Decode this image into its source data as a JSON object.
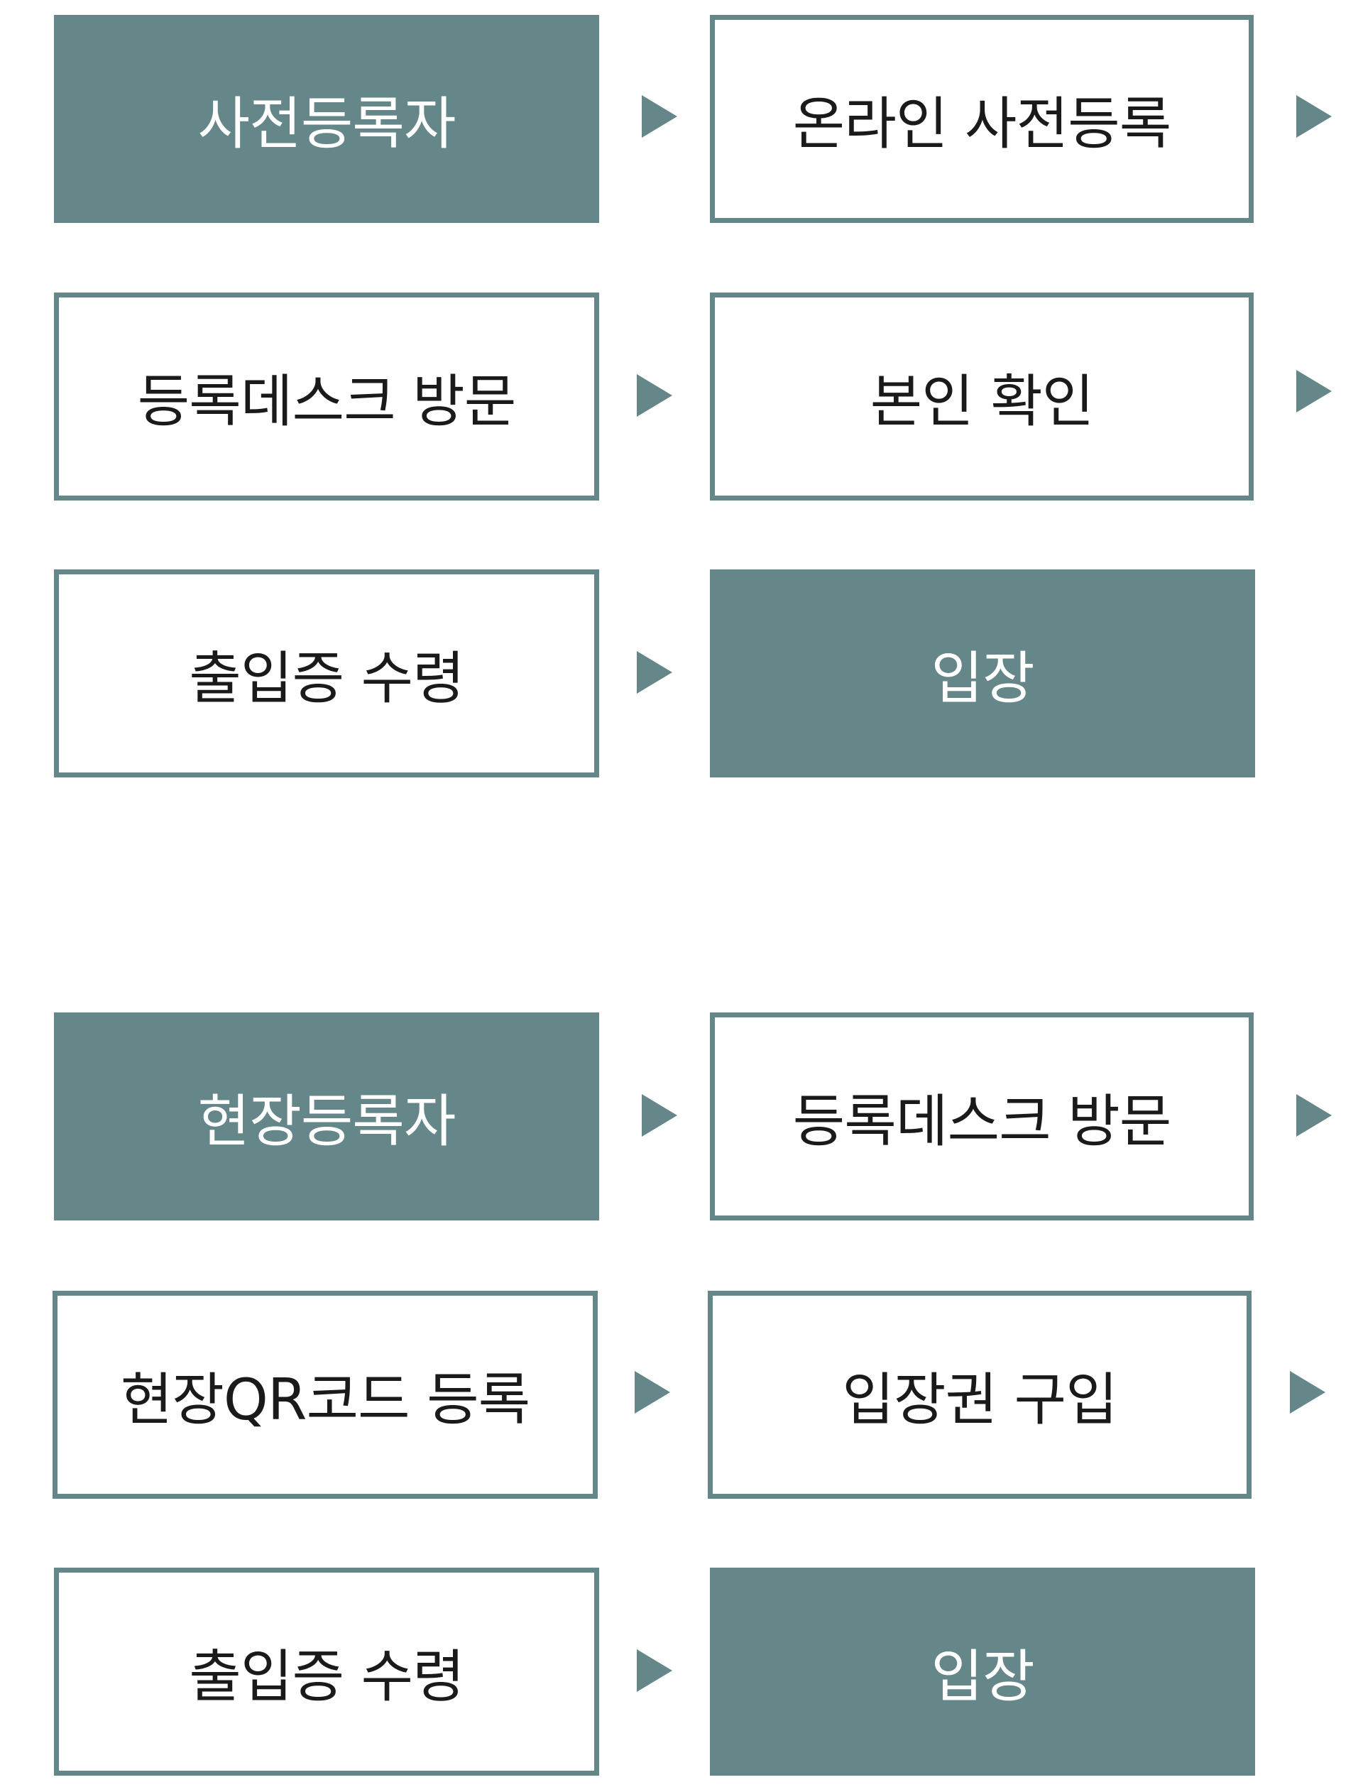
{
  "colors": {
    "accent": "#658789",
    "text": "#1a1a1a",
    "background": "#ffffff"
  },
  "flows": [
    {
      "steps": [
        {
          "label": "사전등록자",
          "style": "filled"
        },
        {
          "label": "온라인 사전등록",
          "style": "outline"
        },
        {
          "label": "등록데스크 방문",
          "style": "outline"
        },
        {
          "label": "본인 확인",
          "style": "outline"
        },
        {
          "label": "출입증 수령",
          "style": "outline"
        },
        {
          "label": "입장",
          "style": "filled"
        }
      ]
    },
    {
      "steps": [
        {
          "label": "현장등록자",
          "style": "filled"
        },
        {
          "label": "등록데스크 방문",
          "style": "outline"
        },
        {
          "label": "현장QR코드 등록",
          "style": "outline"
        },
        {
          "label": "입장권 구입",
          "style": "outline"
        },
        {
          "label": "출입증 수령",
          "style": "outline"
        },
        {
          "label": "입장",
          "style": "filled"
        }
      ]
    }
  ]
}
